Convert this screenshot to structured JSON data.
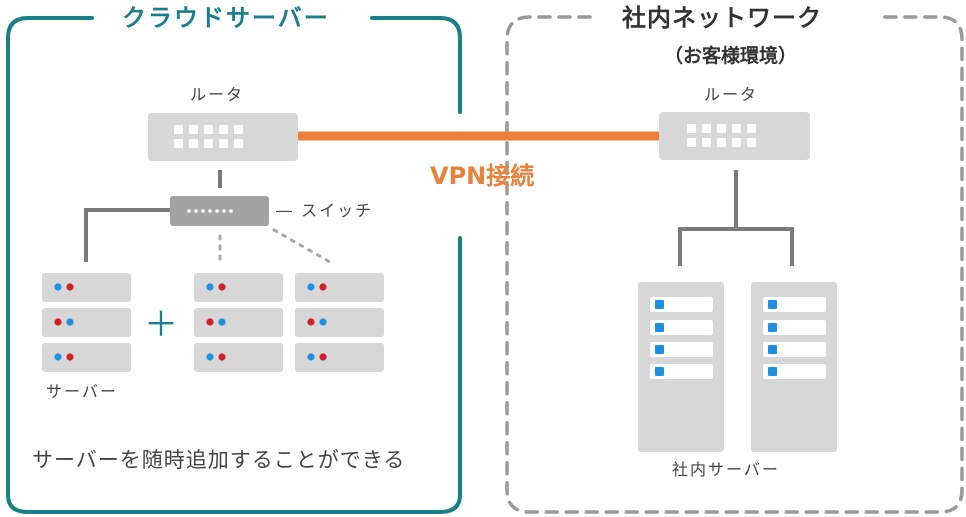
{
  "cloud": {
    "title": "クラウドサーバー",
    "router_label": "ルータ",
    "switch_label": "― スイッチ",
    "servers_label": "サーバー",
    "plus": "＋",
    "note": "サーバーを随時追加することができる"
  },
  "office": {
    "title": "社内ネットワーク",
    "subtitle": "（お客様環境）",
    "router_label": "ルータ",
    "servers_label": "社内サーバー"
  },
  "link": {
    "label": "VPN接続"
  },
  "colors": {
    "cloud_border": "#1a7f86",
    "office_border": "#9a9a9a",
    "vpn_line": "#e8813a",
    "device": "#d7d7d7",
    "switch": "#a3a3a3",
    "wire": "#7a7a7a",
    "led_blue": "#1e90e0",
    "led_red": "#d0202a"
  }
}
